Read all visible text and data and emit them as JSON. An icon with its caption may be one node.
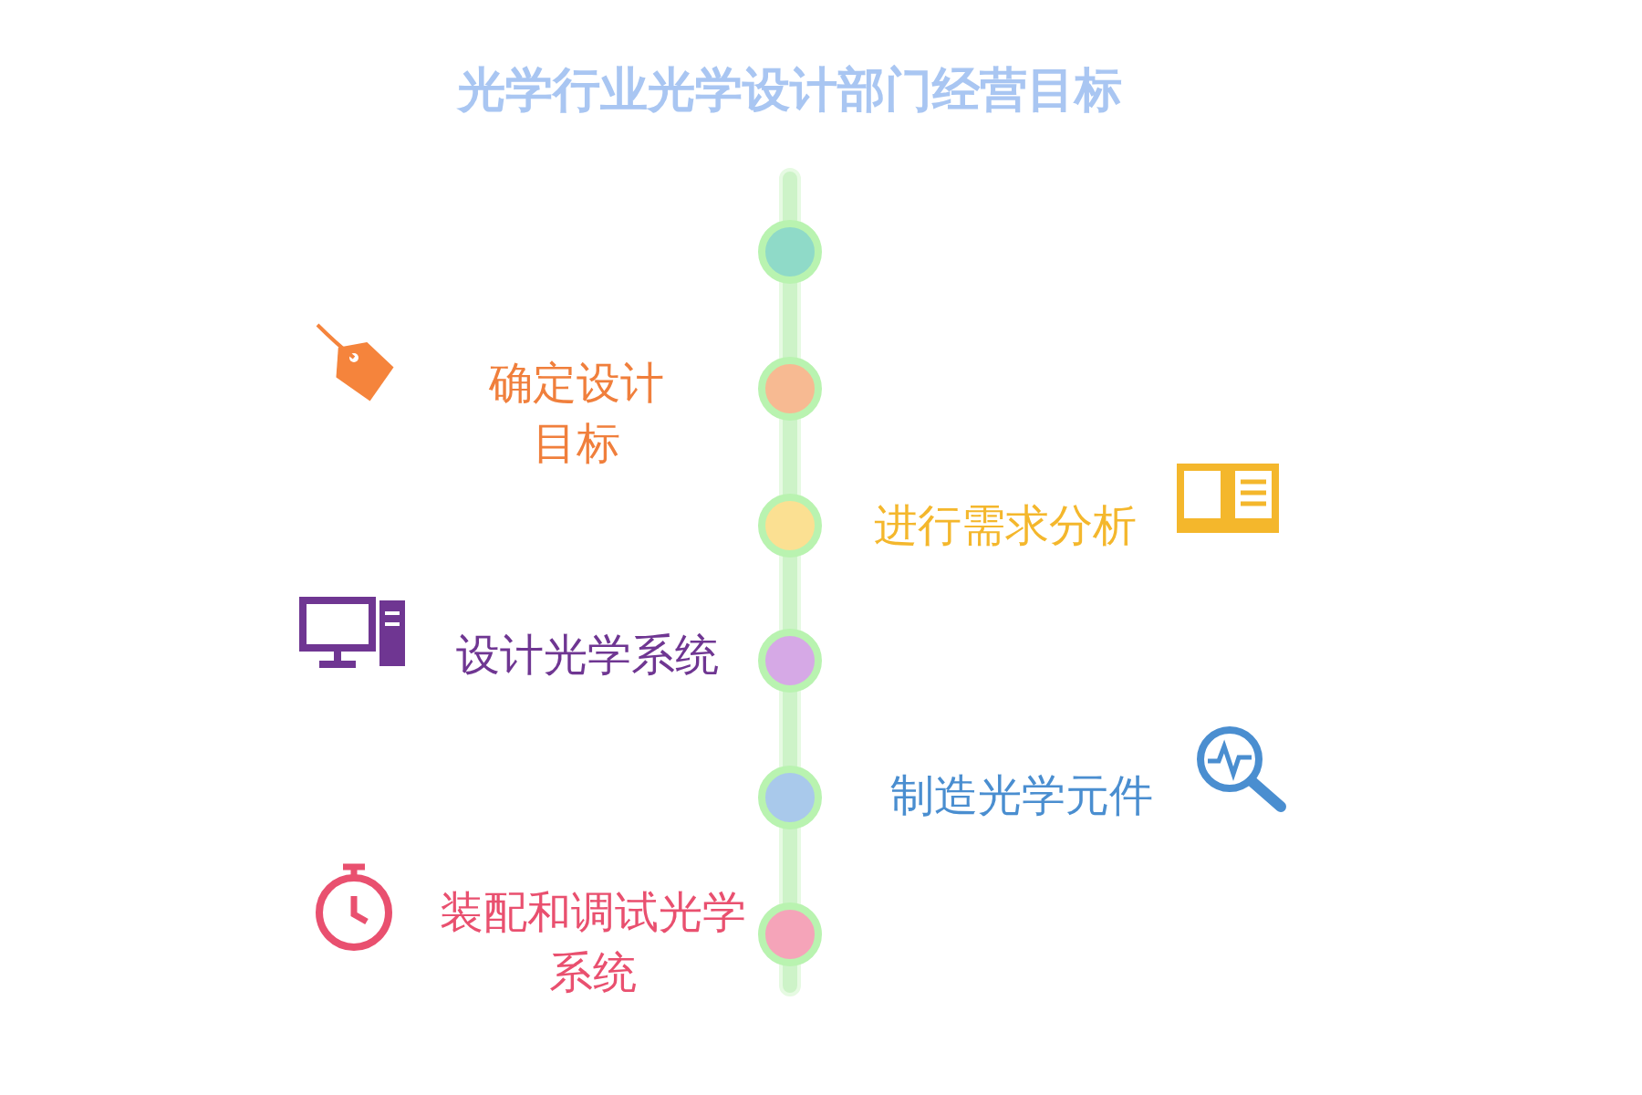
{
  "diagram": {
    "title": "光学行业光学设计部门经营目标",
    "nodes": [
      {
        "text": [],
        "shape": "circle"
      },
      {
        "text": [],
        "shape": "circle",
        "beside": [
          "确定设计目标"
        ]
      },
      {
        "text": [],
        "shape": "circle",
        "beside": [
          "进行需求分析"
        ]
      },
      {
        "text": [],
        "shape": "circle",
        "beside": [
          "设计光学系统"
        ]
      },
      {
        "text": [],
        "shape": "circle",
        "beside": [
          "制造光学元件"
        ]
      },
      {
        "text": [],
        "shape": "circle",
        "beside": [
          "装配和调试光学系统"
        ]
      }
    ]
  }
}
